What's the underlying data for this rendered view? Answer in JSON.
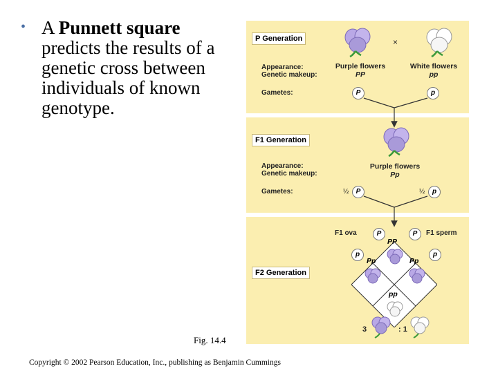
{
  "bullet": {
    "symbol": "•",
    "prefix": "A ",
    "bold": "Punnett square",
    "rest": " predicts the results of a genetic cross between individuals of known genotype."
  },
  "figure_label": "Fig. 14.4",
  "copyright": "Copyright © 2002 Pearson Education, Inc., publishing as Benjamin Cummings",
  "diagram": {
    "p_gen": {
      "title": "P Generation",
      "cross": "×",
      "appearance_label": "Appearance:",
      "makeup_label": "Genetic makeup:",
      "gametes_label": "Gametes:",
      "left_appearance": "Purple flowers",
      "left_makeup": "PP",
      "right_appearance": "White flowers",
      "right_makeup": "pp",
      "left_gamete": "P",
      "right_gamete": "p"
    },
    "f1_gen": {
      "title": "F1 Generation",
      "appearance_label": "Appearance:",
      "makeup_label": "Genetic makeup:",
      "gametes_label": "Gametes:",
      "appearance": "Purple flowers",
      "makeup": "Pp",
      "half": "½",
      "gamete_left": "P",
      "gamete_right": "p"
    },
    "f2_gen": {
      "title": "F2 Generation",
      "ova_label": "F1 ova",
      "sperm_label": "F1 sperm",
      "ova": [
        "P",
        "p"
      ],
      "sperm": [
        "P",
        "p"
      ],
      "cells": {
        "top": "PP",
        "left": "Pp",
        "right": "Pp",
        "bottom": "pp"
      },
      "ratio_left": "3",
      "ratio_right": ": 1"
    },
    "colors": {
      "panel_bg": "#fbeeb0",
      "purple_flower": "#b9a8e6",
      "white_flower": "#ffffff",
      "leaf": "#3a9a3a"
    }
  }
}
